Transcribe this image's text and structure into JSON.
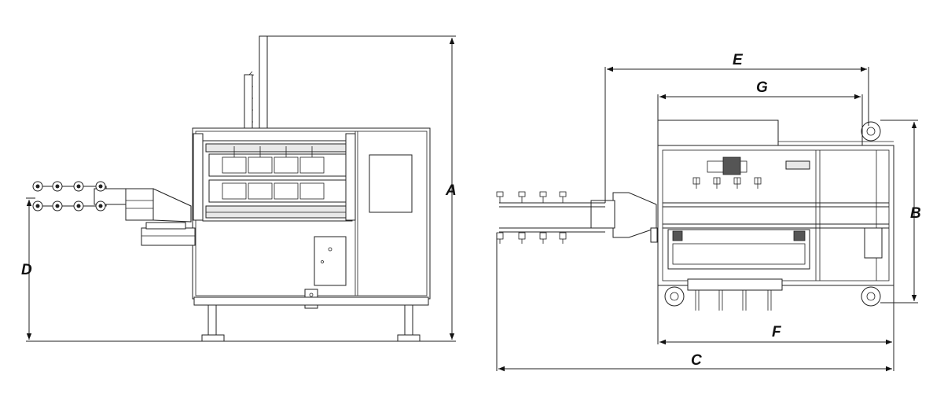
{
  "dimensions": {
    "A": "A",
    "B": "B",
    "C": "C",
    "D": "D",
    "E": "E",
    "F": "F",
    "G": "G"
  },
  "views": [
    "front-view",
    "top-view"
  ]
}
